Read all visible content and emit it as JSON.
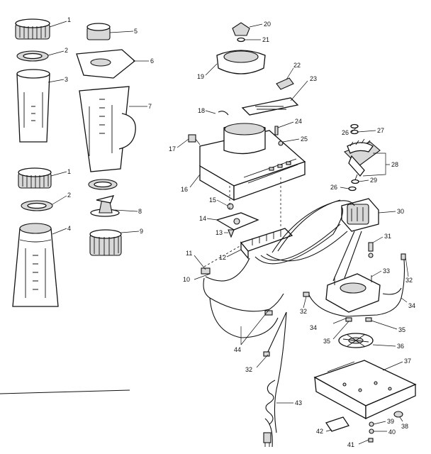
{
  "diagram": {
    "parts": [
      {
        "id": "p1a",
        "number": "1"
      },
      {
        "id": "p2a",
        "number": "2"
      },
      {
        "id": "p3",
        "number": "3"
      },
      {
        "id": "p1b",
        "number": "1"
      },
      {
        "id": "p2b",
        "number": "2"
      },
      {
        "id": "p4",
        "number": "4"
      },
      {
        "id": "p5",
        "number": "5"
      },
      {
        "id": "p6",
        "number": "6"
      },
      {
        "id": "p7",
        "number": "7"
      },
      {
        "id": "p8",
        "number": "8"
      },
      {
        "id": "p9",
        "number": "9"
      },
      {
        "id": "p10",
        "number": "10"
      },
      {
        "id": "p11",
        "number": "11"
      },
      {
        "id": "p12",
        "number": "12"
      },
      {
        "id": "p13",
        "number": "13"
      },
      {
        "id": "p14",
        "number": "14"
      },
      {
        "id": "p15",
        "number": "15"
      },
      {
        "id": "p16",
        "number": "16"
      },
      {
        "id": "p17",
        "number": "17"
      },
      {
        "id": "p18",
        "number": "18"
      },
      {
        "id": "p19",
        "number": "19"
      },
      {
        "id": "p20",
        "number": "20"
      },
      {
        "id": "p21",
        "number": "21"
      },
      {
        "id": "p22",
        "number": "22"
      },
      {
        "id": "p23",
        "number": "23"
      },
      {
        "id": "p24",
        "number": "24"
      },
      {
        "id": "p25",
        "number": "25"
      },
      {
        "id": "p26a",
        "number": "26"
      },
      {
        "id": "p27",
        "number": "27"
      },
      {
        "id": "p28",
        "number": "28"
      },
      {
        "id": "p29",
        "number": "29"
      },
      {
        "id": "p26b",
        "number": "26"
      },
      {
        "id": "p30",
        "number": "30"
      },
      {
        "id": "p31",
        "number": "31"
      },
      {
        "id": "p32a",
        "number": "32"
      },
      {
        "id": "p33",
        "number": "33"
      },
      {
        "id": "p32b",
        "number": "32"
      },
      {
        "id": "p34a",
        "number": "34"
      },
      {
        "id": "p34b",
        "number": "34"
      },
      {
        "id": "p35a",
        "number": "35"
      },
      {
        "id": "p35b",
        "number": "35"
      },
      {
        "id": "p36",
        "number": "36"
      },
      {
        "id": "p37",
        "number": "37"
      },
      {
        "id": "p32c",
        "number": "32"
      },
      {
        "id": "p44",
        "number": "44"
      },
      {
        "id": "p43",
        "number": "43"
      },
      {
        "id": "p38",
        "number": "38"
      },
      {
        "id": "p39",
        "number": "39"
      },
      {
        "id": "p40",
        "number": "40"
      },
      {
        "id": "p41",
        "number": "41"
      },
      {
        "id": "p42",
        "number": "42"
      }
    ]
  }
}
